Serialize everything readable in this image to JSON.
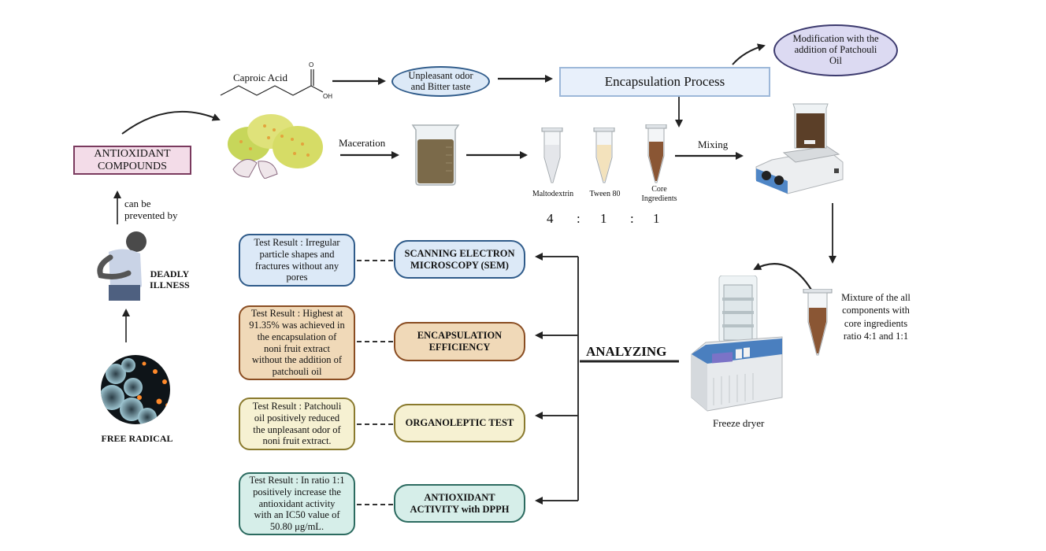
{
  "diagram": {
    "left_column": {
      "antioxidant_box": {
        "label_line1": "ANTIOXIDANT",
        "label_line2": "COMPOUNDS",
        "fill": "#f3dce8",
        "border": "#7a3a5e"
      },
      "prevented_label_line1": "can be",
      "prevented_label_line2": "prevented by",
      "illness_label_line1": "DEADLY",
      "illness_label_line2": "ILLNESS",
      "free_radical_label": "FREE RADICAL"
    },
    "top_flow": {
      "caproic_acid_label": "Caproic Acid",
      "oh_label": "OH",
      "o_label": "O",
      "odor_ellipse": {
        "line1": "Unpleasant odor",
        "line2": "and Bitter taste",
        "fill": "#dce9f7",
        "border": "#2f5b8a"
      },
      "encapsulation_box": {
        "label": "Encapsulation Process",
        "fill": "#e8f0fb",
        "border": "#9db8d9"
      },
      "patchouli_ellipse": {
        "line1": "Modification with the",
        "line2": "addition of Patchouli",
        "line3": "Oil",
        "fill": "#dcdaf2",
        "border": "#3c3a6e"
      }
    },
    "process_row": {
      "maceration_label": "Maceration",
      "tubes": [
        {
          "label_line1": "Maltodextrin",
          "label_line2": "",
          "ratio": "4",
          "fill": "#e4e6ea"
        },
        {
          "label_line1": "Tween 80",
          "label_line2": "",
          "ratio": "1",
          "fill": "#f3e2bc"
        },
        {
          "label_line1": "Core",
          "label_line2": "Ingredients",
          "ratio": "1",
          "fill": "#8a5634"
        }
      ],
      "ratio_separator": ":",
      "mixing_label": "Mixing"
    },
    "right_column": {
      "mixture_label_lines": [
        "Mixture of the all",
        "components with",
        "core ingredients",
        "ratio 4:1 and 1:1"
      ],
      "freeze_dryer_label": "Freeze dryer",
      "analyzing_label": "ANALYZING"
    },
    "analyses": [
      {
        "test_line1": "SCANNING ELECTRON",
        "test_line2": "MICROSCOPY (SEM)",
        "result_lines": [
          "Test Result : Irregular",
          "particle shapes and",
          "fractures without any",
          "pores"
        ],
        "fill": "#dce9f7",
        "border": "#2f5b8a"
      },
      {
        "test_line1": "ENCAPSULATION",
        "test_line2": "EFFICIENCY",
        "result_lines": [
          "Test Result : Highest at",
          "91.35% was achieved in",
          "the encapsulation of",
          "noni fruit extract",
          "without the addition of",
          "patchouli oil"
        ],
        "fill": "#f0d9b8",
        "border": "#8a4d22"
      },
      {
        "test_line1": "ORGANOLEPTIC TEST",
        "test_line2": "",
        "result_lines": [
          "Test Result : Patchouli",
          "oil positively reduced",
          "the unpleasant odor of",
          "noni fruit extract."
        ],
        "fill": "#f6f1d2",
        "border": "#8a7a2e"
      },
      {
        "test_line1": "ANTIOXIDANT",
        "test_line2": "ACTIVITY with DPPH",
        "result_lines": [
          "Test Result : In ratio 1:1",
          "positively increase the",
          "antioxidant activity",
          "with an IC50 value of",
          "50.80 μg/mL."
        ],
        "fill": "#d6eee9",
        "border": "#2c6b60"
      }
    ]
  }
}
